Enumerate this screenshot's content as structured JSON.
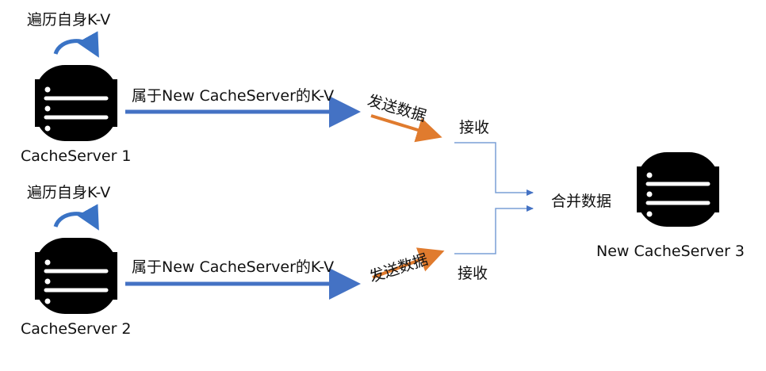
{
  "colors": {
    "db_body": "#000000",
    "db_stripe": "#ffffff",
    "loop_arrow": "#3a73c5",
    "main_arrow": "#4472c4",
    "send_arrow": "#e07b2e",
    "connector": "#7a9fd6",
    "background": "#ffffff"
  },
  "icons": {
    "server": "database-icon",
    "self_loop": "curved-arrow-icon"
  },
  "server1": {
    "self_label": "遍历自身K-V",
    "name": "CacheServer 1",
    "transfer_label": "属于New CacheServer的K-V",
    "send_label": "发送数据",
    "receive_label": "接收"
  },
  "server2": {
    "self_label": "遍历自身K-V",
    "name": "CacheServer 2",
    "transfer_label": "属于New CacheServer的K-V",
    "send_label": "发送数据",
    "receive_label": "接收"
  },
  "merge_label": "合并数据",
  "server3": {
    "name": "New CacheServer 3"
  }
}
